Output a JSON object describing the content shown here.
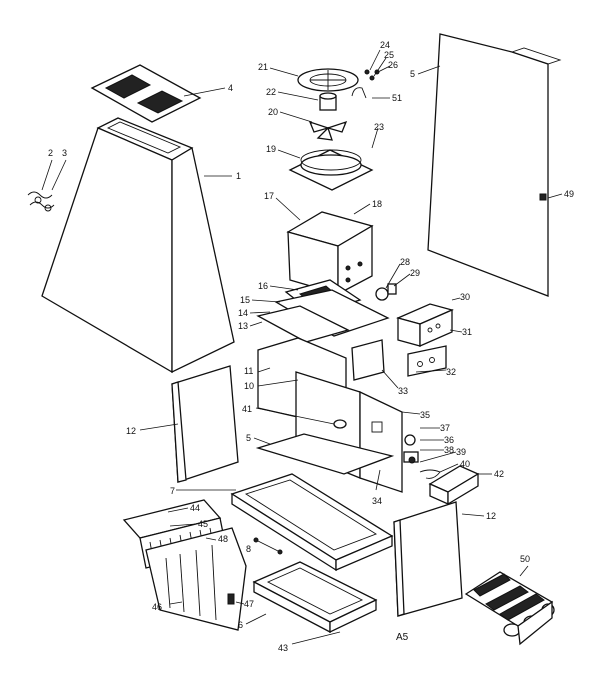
{
  "diagram": {
    "callouts": [
      {
        "id": "c1",
        "text": "1"
      },
      {
        "id": "c2",
        "text": "2"
      },
      {
        "id": "c3",
        "text": "3"
      },
      {
        "id": "c4",
        "text": "4"
      },
      {
        "id": "c5",
        "text": "5"
      },
      {
        "id": "c5b",
        "text": "5"
      },
      {
        "id": "c6",
        "text": "6"
      },
      {
        "id": "c7",
        "text": "7"
      },
      {
        "id": "c8",
        "text": "8"
      },
      {
        "id": "c10",
        "text": "10"
      },
      {
        "id": "c11",
        "text": "11"
      },
      {
        "id": "c12a",
        "text": "12"
      },
      {
        "id": "c12b",
        "text": "12"
      },
      {
        "id": "c13",
        "text": "13"
      },
      {
        "id": "c14",
        "text": "14"
      },
      {
        "id": "c15",
        "text": "15"
      },
      {
        "id": "c16",
        "text": "16"
      },
      {
        "id": "c17",
        "text": "17"
      },
      {
        "id": "c18",
        "text": "18"
      },
      {
        "id": "c19",
        "text": "19"
      },
      {
        "id": "c20",
        "text": "20"
      },
      {
        "id": "c21",
        "text": "21"
      },
      {
        "id": "c22",
        "text": "22"
      },
      {
        "id": "c23",
        "text": "23"
      },
      {
        "id": "c24",
        "text": "24"
      },
      {
        "id": "c25",
        "text": "25"
      },
      {
        "id": "c26",
        "text": "26"
      },
      {
        "id": "c28",
        "text": "28"
      },
      {
        "id": "c29",
        "text": "29"
      },
      {
        "id": "c30",
        "text": "30"
      },
      {
        "id": "c31",
        "text": "31"
      },
      {
        "id": "c32",
        "text": "32"
      },
      {
        "id": "c33",
        "text": "33"
      },
      {
        "id": "c34",
        "text": "34"
      },
      {
        "id": "c35",
        "text": "35"
      },
      {
        "id": "c36",
        "text": "36"
      },
      {
        "id": "c37",
        "text": "37"
      },
      {
        "id": "c38",
        "text": "38"
      },
      {
        "id": "c39",
        "text": "39"
      },
      {
        "id": "c40",
        "text": "40"
      },
      {
        "id": "c41",
        "text": "41"
      },
      {
        "id": "c42",
        "text": "42"
      },
      {
        "id": "c43",
        "text": "43"
      },
      {
        "id": "c44",
        "text": "44"
      },
      {
        "id": "c45",
        "text": "45"
      },
      {
        "id": "c46",
        "text": "46"
      },
      {
        "id": "c47",
        "text": "47"
      },
      {
        "id": "c48",
        "text": "48"
      },
      {
        "id": "c49",
        "text": "49"
      },
      {
        "id": "c50",
        "text": "50"
      },
      {
        "id": "c51",
        "text": "51"
      }
    ],
    "code": "A5"
  }
}
